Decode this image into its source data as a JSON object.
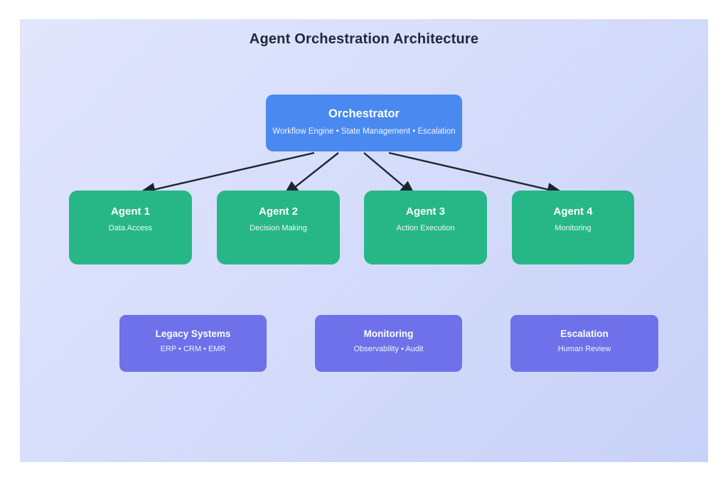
{
  "title": "Agent Orchestration Architecture",
  "orchestrator": {
    "title": "Orchestrator",
    "subtitle": "Workflow Engine • State Management • Escalation"
  },
  "agents": [
    {
      "title": "Agent 1",
      "subtitle": "Data Access"
    },
    {
      "title": "Agent 2",
      "subtitle": "Decision Making"
    },
    {
      "title": "Agent 3",
      "subtitle": "Action Execution"
    },
    {
      "title": "Agent 4",
      "subtitle": "Monitoring"
    }
  ],
  "systems": [
    {
      "title": "Legacy Systems",
      "subtitle": "ERP • CRM • EMR"
    },
    {
      "title": "Monitoring",
      "subtitle": "Observability • Audit"
    },
    {
      "title": "Escalation",
      "subtitle": "Human Review"
    }
  ],
  "colors": {
    "orchestrator_fill": "#4a89ef",
    "agent_fill": "#27b786",
    "system_fill": "#6e71e9",
    "arrow": "#1f2530",
    "title_text": "#20293b",
    "canvas_gradient_start": "#e2e6fc",
    "canvas_gradient_end": "#c8d1f8"
  }
}
